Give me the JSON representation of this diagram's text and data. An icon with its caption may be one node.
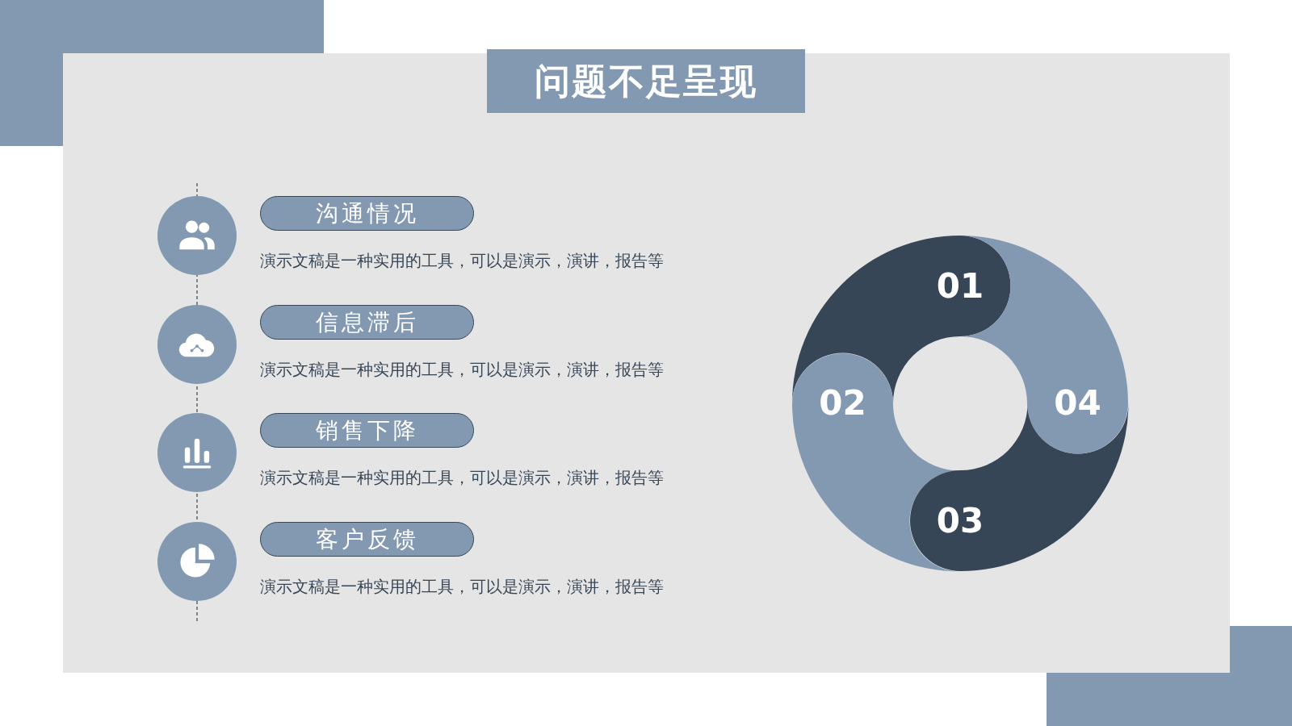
{
  "diagram": {
    "title": "问题不足呈现",
    "nodes": [
      {
        "text": [
          "沟通情况"
        ],
        "beside": [
          "演示文稿是一种实用的工具，可以是演示，演讲，报告等"
        ]
      },
      {
        "text": [
          "信息滞后"
        ],
        "beside": [
          "演示文稿是一种实用的工具，可以是演示，演讲，报告等"
        ]
      },
      {
        "text": [
          "销售下降"
        ],
        "beside": [
          "演示文稿是一种实用的工具，可以是演示，演讲，报告等"
        ]
      },
      {
        "text": [
          "客户反馈"
        ],
        "beside": [
          "演示文稿是一种实用的工具，可以是演示，演讲，报告等"
        ]
      },
      {
        "text": [
          "01"
        ]
      },
      {
        "text": [
          "02"
        ]
      },
      {
        "text": [
          "03"
        ]
      },
      {
        "text": [
          "04"
        ]
      }
    ]
  }
}
